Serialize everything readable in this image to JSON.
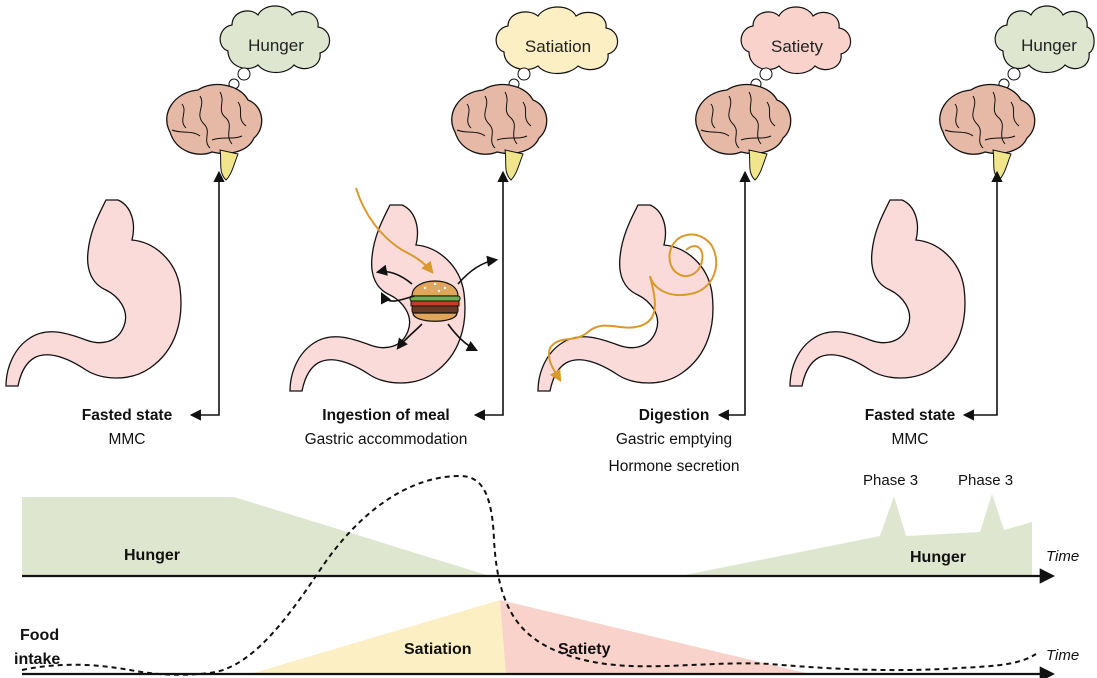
{
  "stages": [
    {
      "thought": "Hunger",
      "thought_color": "#dfe6cf",
      "title": "Fasted state",
      "lines": [
        "MMC"
      ]
    },
    {
      "thought": "Satiation",
      "thought_color": "#fdefc4",
      "title": "Ingestion of meal",
      "lines": [
        "Gastric accommodation"
      ]
    },
    {
      "thought": "Satiety",
      "thought_color": "#f9d3cb",
      "title": "Digestion",
      "lines": [
        "Gastric emptying",
        "Hormone secretion"
      ]
    },
    {
      "thought": "Hunger",
      "thought_color": "#dfe6cf",
      "title": "Fasted state",
      "lines": [
        "MMC"
      ]
    }
  ],
  "timeline_top": {
    "left_label": "Hunger",
    "right_label": "Hunger",
    "axis_label": "Time",
    "phase_labels": [
      "Phase 3",
      "Phase 3"
    ],
    "hunger_color": "#dfe6cf"
  },
  "timeline_bottom": {
    "food_intake_label_line1": "Food",
    "food_intake_label_line2": "intake",
    "satiation_label": "Satiation",
    "satiety_label": "Satiety",
    "axis_label": "Time",
    "satiation_color": "#fdefc4",
    "satiety_color": "#f9d3cb"
  },
  "food_path_color": "#d99a2b"
}
